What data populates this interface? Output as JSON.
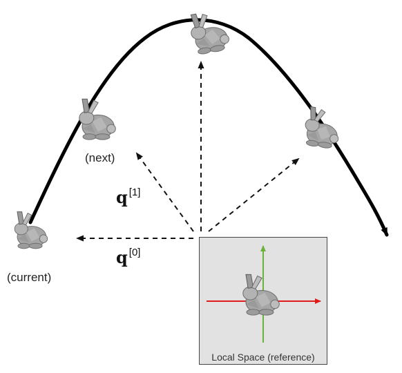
{
  "labels": {
    "current": "(current)",
    "next": "(next)",
    "q0_symbol": "q",
    "q0_index": "[0]",
    "q1_symbol": "q",
    "q1_index": "[1]",
    "local_space": "Local Space (reference)"
  },
  "colors": {
    "trajectory": "#000000",
    "dashed_arrow": "#111111",
    "local_x_axis": "#e01b1b",
    "local_y_axis": "#6bb23a",
    "box_fill": "#e2e2e2",
    "bunny": "#a6a6a6"
  },
  "icons": [
    "bunny-icon"
  ]
}
